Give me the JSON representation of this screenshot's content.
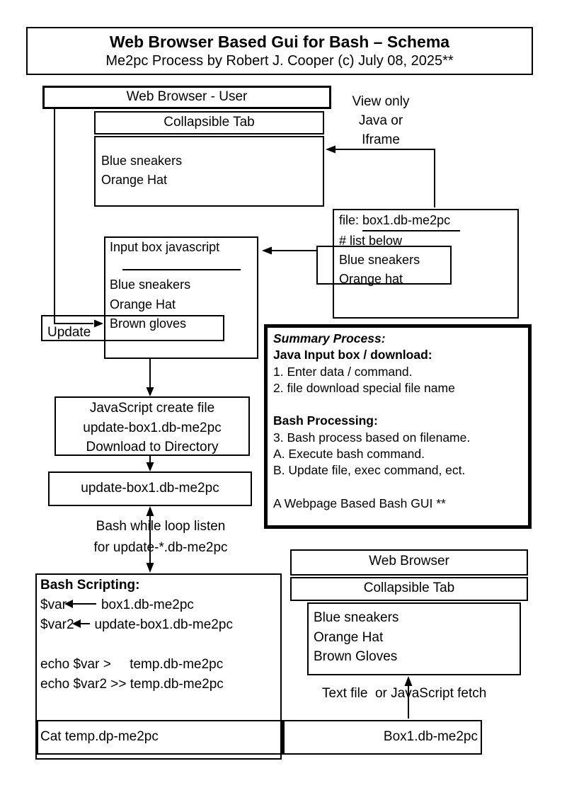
{
  "title": {
    "line1": "Web Browser Based Gui for Bash – Schema",
    "line2": "Me2pc Process by Robert J. Cooper (c) July 08, 2025**"
  },
  "user_browser": {
    "title": "Web Browser - User",
    "tab": "Collapsible Tab",
    "content": "Blue sneakers\nOrange Hat"
  },
  "view_note": "View only\nJava or\nIframe",
  "file_box": {
    "prefix": "file: ",
    "filename": "box1.db-me2pc",
    "comment": "# list below",
    "list": "Blue sneakers\nOrange hat"
  },
  "input_box": {
    "title": "Input box javascript",
    "list": "Blue sneakers\nOrange Hat\nBrown gloves"
  },
  "update_label": "Update",
  "summary": {
    "heading": "Summary Process:",
    "sub1": "Java Input box / download:",
    "item1": "1. Enter data / command.",
    "item2": "2. file download special file name",
    "sub2": "Bash Processing:",
    "item3": "3. Bash process based on filename.",
    "item4": "A. Execute bash command.",
    "item5": "B. Update file, exec command, ect.",
    "footer": "A Webpage Based Bash GUI **"
  },
  "js_create": "JavaScript create file\nupdate-box1.db-me2pc\nDownload to Directory",
  "update_file": "update-box1.db-me2pc",
  "while_note": "Bash while loop listen\nfor update-*.db-me2pc",
  "bash": {
    "heading": "Bash Scripting:",
    "assign1": {
      "lhs": "$var",
      "rhs": "box1.db-me2pc"
    },
    "assign2": {
      "lhs": "$var2",
      "rhs": "update-box1.db-me2pc"
    },
    "echo1": "echo $var >     temp.db-me2pc",
    "echo2": "echo $var2 >> temp.db-me2pc"
  },
  "browser2": {
    "title": "Web Browser",
    "tab": "Collapsible Tab",
    "content": "Blue sneakers\nOrange Hat\nBrown Gloves"
  },
  "fetch_note": "Text file  or JavaScript fetch",
  "cat_box": "Cat temp.dp-me2pc",
  "box1_file": "Box1.db-me2pc",
  "colors": {
    "line": "#000000",
    "background": "#ffffff"
  }
}
